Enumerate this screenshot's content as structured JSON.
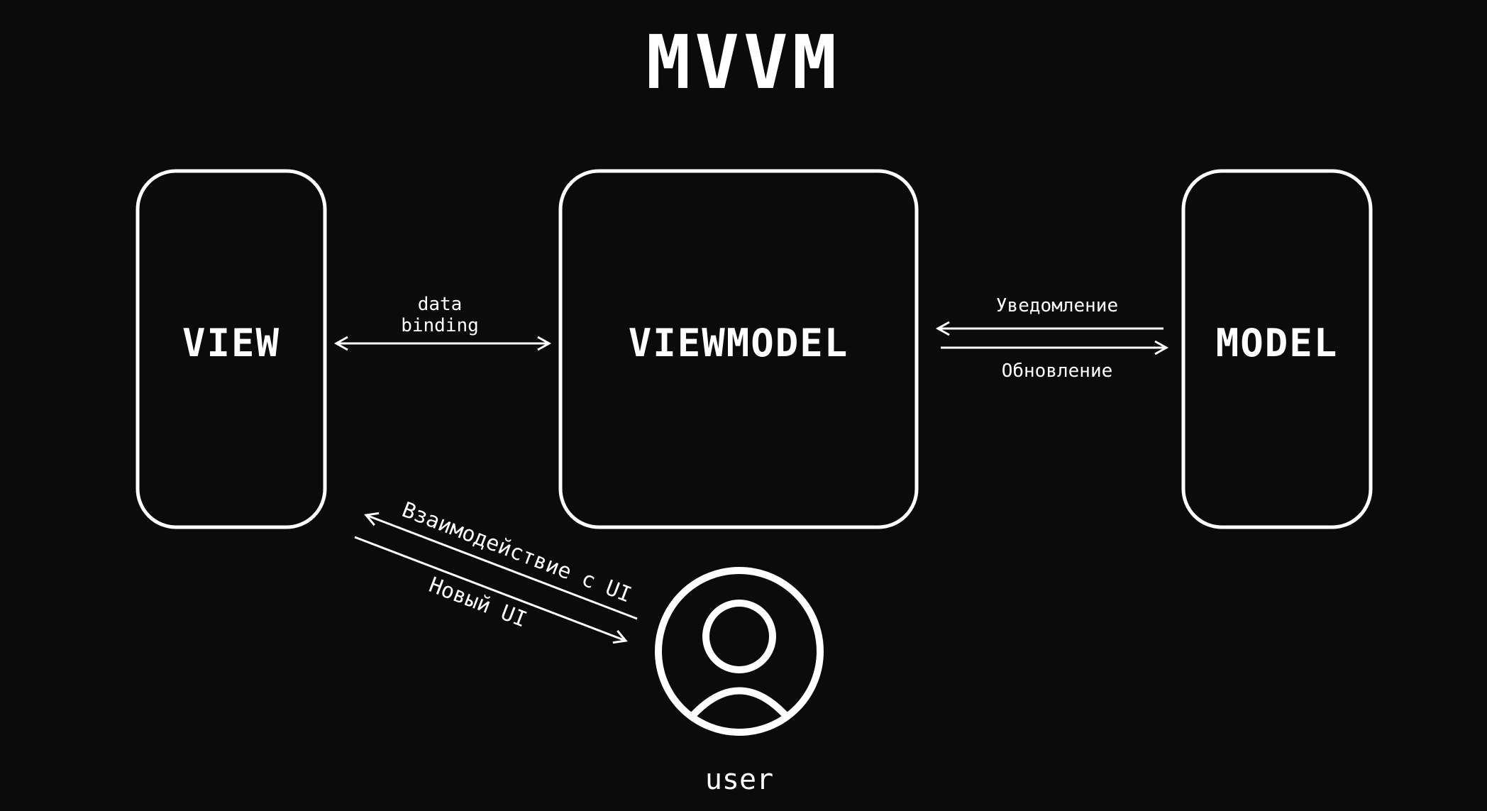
{
  "title": "MVVM",
  "nodes": {
    "view": {
      "label": "VIEW"
    },
    "viewmodel": {
      "label": "VIEWMODEL"
    },
    "model": {
      "label": "MODEL"
    },
    "user": {
      "label": "user",
      "icon": "user-icon"
    }
  },
  "edges": {
    "data_binding": {
      "line1": "data",
      "line2": "binding"
    },
    "notification": {
      "label": "Уведомление"
    },
    "update": {
      "label": "Обновление"
    },
    "ui_interaction": {
      "label": "Взаимодействие с UI"
    },
    "new_ui": {
      "label": "Новый UI"
    }
  },
  "colors": {
    "background": "#0b0b0b",
    "foreground": "#ffffff"
  }
}
